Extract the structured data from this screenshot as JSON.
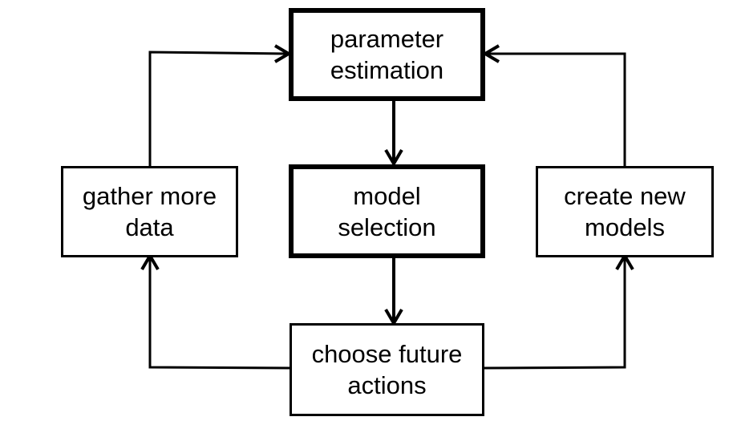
{
  "nodes": {
    "parameter_estimation": {
      "lines": [
        "parameter",
        "estimation"
      ]
    },
    "model_selection": {
      "lines": [
        "model",
        "selection"
      ]
    },
    "gather_more_data": {
      "lines": [
        "gather more",
        "data"
      ]
    },
    "create_new_models": {
      "lines": [
        "create new",
        "models"
      ]
    },
    "choose_future_actions": {
      "lines": [
        "choose future",
        "actions"
      ]
    }
  },
  "edges": [
    {
      "from": "parameter_estimation",
      "to": "model_selection"
    },
    {
      "from": "model_selection",
      "to": "choose_future_actions"
    },
    {
      "from": "choose_future_actions",
      "to": "gather_more_data"
    },
    {
      "from": "choose_future_actions",
      "to": "create_new_models"
    },
    {
      "from": "gather_more_data",
      "to": "parameter_estimation"
    },
    {
      "from": "create_new_models",
      "to": "parameter_estimation"
    }
  ],
  "colors": {
    "stroke": "#000000",
    "background": "#ffffff"
  }
}
